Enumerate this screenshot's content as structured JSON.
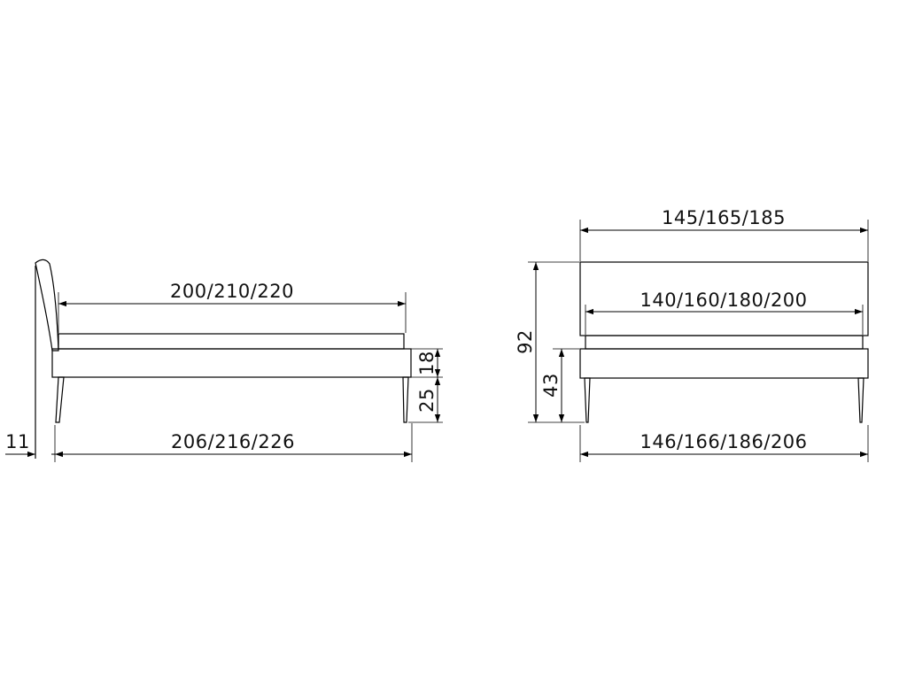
{
  "side_view": {
    "headboard_thickness": "11",
    "mattress_length": "200/210/220",
    "overall_length": "206/216/226",
    "frame_height": "18",
    "leg_height": "25"
  },
  "front_view": {
    "headboard_width": "145/165/185",
    "mattress_width": "140/160/180/200",
    "overall_width": "146/166/186/206",
    "headboard_height": "92",
    "frame_top_height": "43"
  }
}
